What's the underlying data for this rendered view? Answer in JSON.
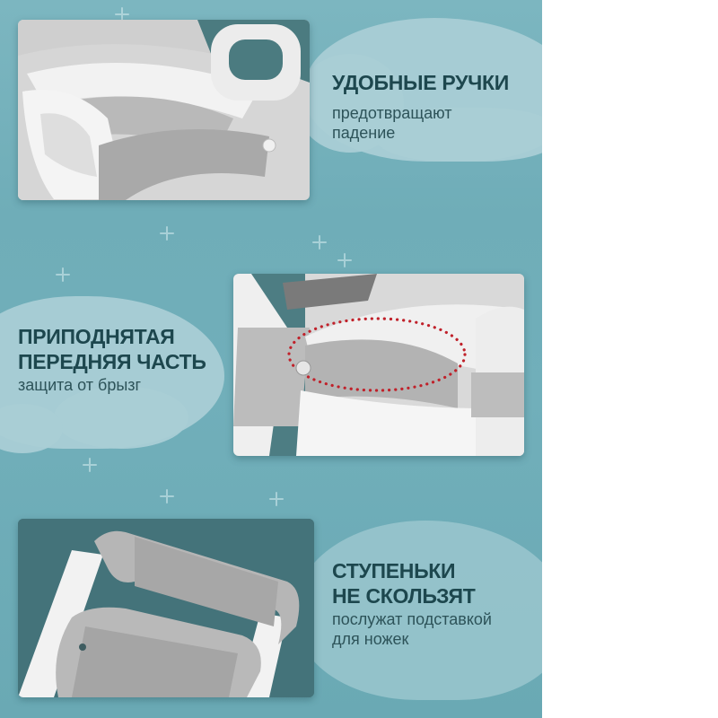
{
  "colors": {
    "panel_background": "#71afba",
    "cloud": "#a9ced5",
    "heading_text": "#1d474e",
    "sub_text": "#2d5359",
    "highlight_ring": "#c0212a",
    "page_background": "#ffffff"
  },
  "features": [
    {
      "title_lines": [
        "УДОБНЫЕ РУЧКИ"
      ],
      "subtitle_lines": [
        "предотвращают",
        "падение"
      ],
      "image": "handles-closeup-photo"
    },
    {
      "title_lines": [
        "ПРИПОДНЯТАЯ",
        "ПЕРЕДНЯЯ ЧАСТЬ"
      ],
      "subtitle_lines": [
        "защита от брызг"
      ],
      "image": "raised-front-closeup-photo",
      "annotation": "red-dotted-ellipse-highlight"
    },
    {
      "title_lines": [
        "СТУПЕНЬКИ",
        "НЕ СКОЛЬЗЯТ"
      ],
      "subtitle_lines": [
        "послужат подставкой",
        "для ножек"
      ],
      "image": "non-slip-steps-photo"
    }
  ]
}
